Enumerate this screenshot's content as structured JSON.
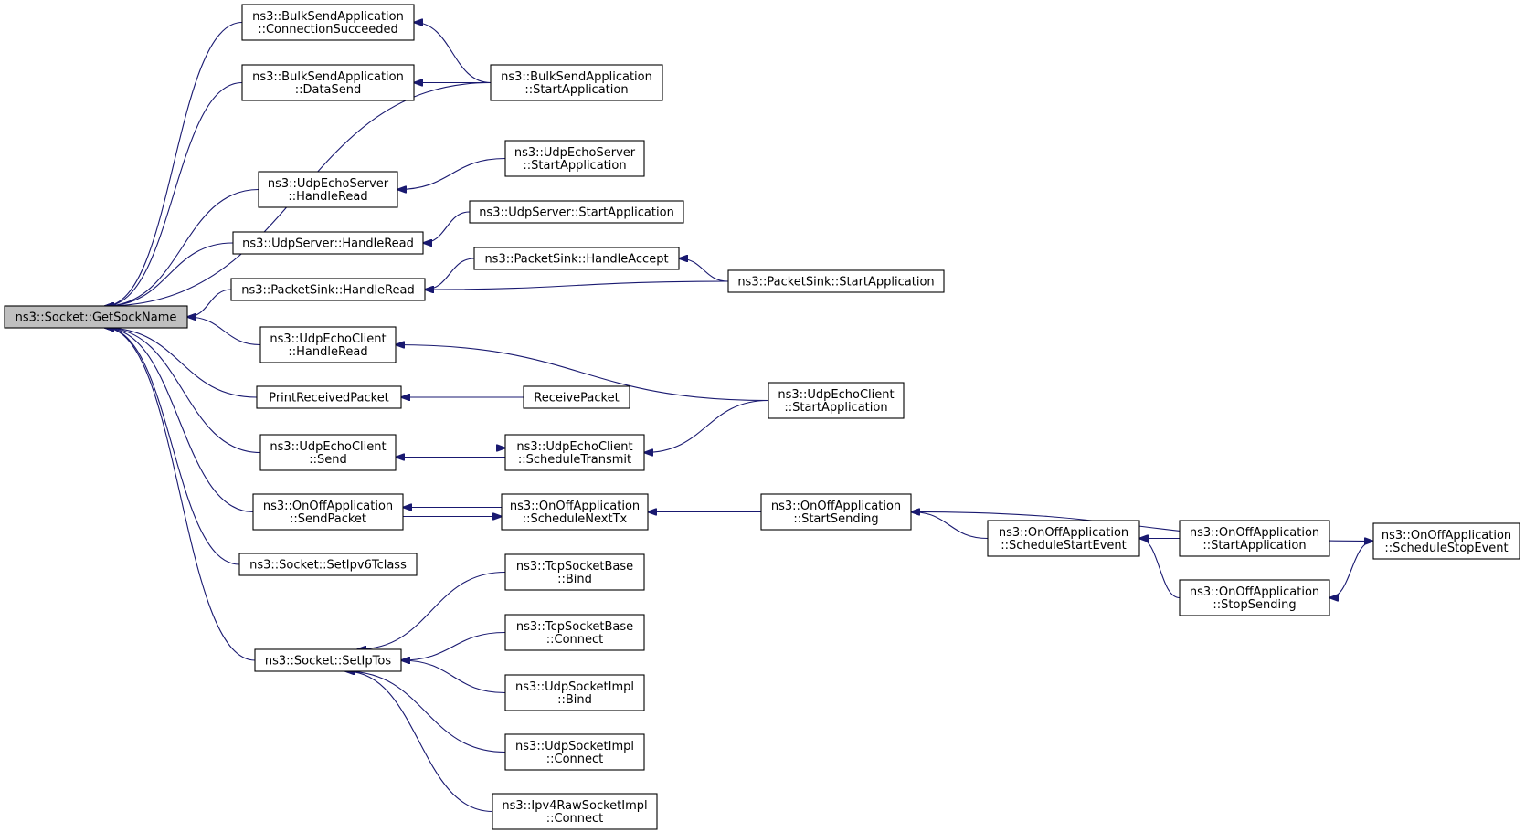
{
  "graph": {
    "colors": {
      "edge": "#191970",
      "root_fill": "#bfbfbf",
      "node_fill": "#ffffff",
      "border": "#000000"
    },
    "nodes": [
      {
        "id": "root",
        "lines": [
          "ns3::Socket::GetSockName"
        ],
        "root": true
      },
      {
        "id": "bsa_cs",
        "lines": [
          "ns3::BulkSendApplication",
          "::ConnectionSucceeded"
        ]
      },
      {
        "id": "bsa_ds",
        "lines": [
          "ns3::BulkSendApplication",
          "::DataSend"
        ]
      },
      {
        "id": "bsa_sa",
        "lines": [
          "ns3::BulkSendApplication",
          "::StartApplication"
        ]
      },
      {
        "id": "ues_hr",
        "lines": [
          "ns3::UdpEchoServer",
          "::HandleRead"
        ]
      },
      {
        "id": "ues_sa",
        "lines": [
          "ns3::UdpEchoServer",
          "::StartApplication"
        ]
      },
      {
        "id": "us_hr",
        "lines": [
          "ns3::UdpServer::HandleRead"
        ]
      },
      {
        "id": "us_sa",
        "lines": [
          "ns3::UdpServer::StartApplication"
        ]
      },
      {
        "id": "ps_hr",
        "lines": [
          "ns3::PacketSink::HandleRead"
        ]
      },
      {
        "id": "ps_ha",
        "lines": [
          "ns3::PacketSink::HandleAccept"
        ]
      },
      {
        "id": "ps_sa",
        "lines": [
          "ns3::PacketSink::StartApplication"
        ]
      },
      {
        "id": "uec_hr",
        "lines": [
          "ns3::UdpEchoClient",
          "::HandleRead"
        ]
      },
      {
        "id": "prp",
        "lines": [
          "PrintReceivedPacket"
        ]
      },
      {
        "id": "rp",
        "lines": [
          "ReceivePacket"
        ]
      },
      {
        "id": "uec_sa",
        "lines": [
          "ns3::UdpEchoClient",
          "::StartApplication"
        ]
      },
      {
        "id": "uec_s",
        "lines": [
          "ns3::UdpEchoClient",
          "::Send"
        ]
      },
      {
        "id": "uec_st",
        "lines": [
          "ns3::UdpEchoClient",
          "::ScheduleTransmit"
        ]
      },
      {
        "id": "ooa_sp",
        "lines": [
          "ns3::OnOffApplication",
          "::SendPacket"
        ]
      },
      {
        "id": "ooa_snt",
        "lines": [
          "ns3::OnOffApplication",
          "::ScheduleNextTx"
        ]
      },
      {
        "id": "ooa_ss",
        "lines": [
          "ns3::OnOffApplication",
          "::StartSending"
        ]
      },
      {
        "id": "ooa_sse",
        "lines": [
          "ns3::OnOffApplication",
          "::ScheduleStartEvent"
        ]
      },
      {
        "id": "ooa_sa",
        "lines": [
          "ns3::OnOffApplication",
          "::StartApplication"
        ]
      },
      {
        "id": "ooa_stop",
        "lines": [
          "ns3::OnOffApplication",
          "::StopSending"
        ]
      },
      {
        "id": "ooa_sste",
        "lines": [
          "ns3::OnOffApplication",
          "::ScheduleStopEvent"
        ]
      },
      {
        "id": "s_stc",
        "lines": [
          "ns3::Socket::SetIpv6Tclass"
        ]
      },
      {
        "id": "s_sit",
        "lines": [
          "ns3::Socket::SetIpTos"
        ]
      },
      {
        "id": "tsb_b",
        "lines": [
          "ns3::TcpSocketBase",
          "::Bind"
        ]
      },
      {
        "id": "tsb_c",
        "lines": [
          "ns3::TcpSocketBase",
          "::Connect"
        ]
      },
      {
        "id": "usi_b",
        "lines": [
          "ns3::UdpSocketImpl",
          "::Bind"
        ]
      },
      {
        "id": "usi_c",
        "lines": [
          "ns3::UdpSocketImpl",
          "::Connect"
        ]
      },
      {
        "id": "i4r_c",
        "lines": [
          "ns3::Ipv4RawSocketImpl",
          "::Connect"
        ]
      }
    ],
    "edges": [
      {
        "from": "bsa_cs",
        "to": "root"
      },
      {
        "from": "bsa_ds",
        "to": "root"
      },
      {
        "from": "bsa_sa",
        "to": "root"
      },
      {
        "from": "ues_hr",
        "to": "root"
      },
      {
        "from": "us_hr",
        "to": "root"
      },
      {
        "from": "ps_hr",
        "to": "root"
      },
      {
        "from": "uec_hr",
        "to": "root"
      },
      {
        "from": "prp",
        "to": "root"
      },
      {
        "from": "uec_s",
        "to": "root"
      },
      {
        "from": "ooa_sp",
        "to": "root"
      },
      {
        "from": "s_stc",
        "to": "root"
      },
      {
        "from": "s_sit",
        "to": "root"
      },
      {
        "from": "bsa_sa",
        "to": "bsa_cs"
      },
      {
        "from": "bsa_sa",
        "to": "bsa_ds"
      },
      {
        "from": "ues_sa",
        "to": "ues_hr"
      },
      {
        "from": "us_sa",
        "to": "us_hr"
      },
      {
        "from": "ps_ha",
        "to": "ps_hr"
      },
      {
        "from": "ps_sa",
        "to": "ps_hr"
      },
      {
        "from": "ps_sa",
        "to": "ps_ha"
      },
      {
        "from": "uec_sa",
        "to": "uec_hr"
      },
      {
        "from": "rp",
        "to": "prp"
      },
      {
        "from": "uec_st",
        "to": "uec_s"
      },
      {
        "from": "uec_s",
        "to": "uec_st"
      },
      {
        "from": "uec_sa",
        "to": "uec_st"
      },
      {
        "from": "ooa_snt",
        "to": "ooa_sp"
      },
      {
        "from": "ooa_sp",
        "to": "ooa_snt"
      },
      {
        "from": "ooa_ss",
        "to": "ooa_snt"
      },
      {
        "from": "ooa_sse",
        "to": "ooa_ss"
      },
      {
        "from": "ooa_ss",
        "to": "ooa_sste"
      },
      {
        "from": "ooa_sa",
        "to": "ooa_sse"
      },
      {
        "from": "ooa_stop",
        "to": "ooa_sse"
      },
      {
        "from": "ooa_sste",
        "to": "ooa_stop"
      },
      {
        "from": "tsb_b",
        "to": "s_sit"
      },
      {
        "from": "tsb_c",
        "to": "s_sit"
      },
      {
        "from": "usi_b",
        "to": "s_sit"
      },
      {
        "from": "usi_c",
        "to": "s_sit"
      },
      {
        "from": "i4r_c",
        "to": "s_sit"
      }
    ]
  }
}
